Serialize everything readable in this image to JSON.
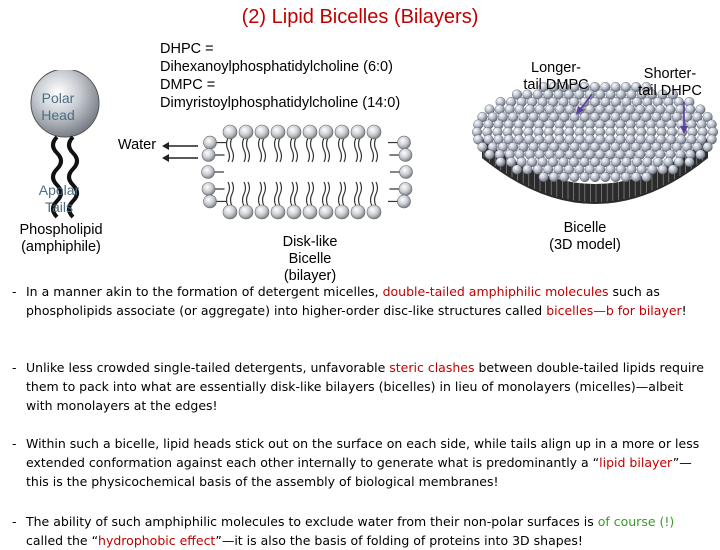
{
  "title": "(2) Lipid Bicelles (Bilayers)",
  "definitions": [
    "DHPC =",
    "Dihexanoylphosphatidylcholine (6:0)",
    "DMPC =",
    "Dimyristoylphosphatidylcholine (14:0)"
  ],
  "phospholipid": {
    "polar_head": [
      "Polar",
      "Head"
    ],
    "apolar_tails": [
      "Apolar",
      "Tails"
    ],
    "caption": [
      "Phospholipid",
      "(amphiphile)"
    ]
  },
  "water_label": "Water",
  "disk_caption": [
    "Disk-like",
    "Bicelle",
    "(bilayer)"
  ],
  "model": {
    "longer_tail": [
      "Longer-",
      "tail DMPC"
    ],
    "shorter_tail": [
      "Shorter-",
      "tail DHPC"
    ],
    "caption": [
      "Bicelle",
      "(3D model)"
    ]
  },
  "bullets": [
    {
      "parts": [
        {
          "t": "In a manner akin to the formation of detergent micelles, ",
          "c": ""
        },
        {
          "t": "double-tailed amphiphilic molecules",
          "c": "red"
        },
        {
          "t": " such as phospholipids associate (or aggregate) into higher-order disc-like structures called ",
          "c": ""
        },
        {
          "t": "bicelles—b for bilayer",
          "c": "red"
        },
        {
          "t": "!",
          "c": ""
        }
      ]
    },
    {
      "parts": [
        {
          "t": "Unlike less crowded single-tailed detergents, unfavorable ",
          "c": ""
        },
        {
          "t": "steric clashes",
          "c": "red"
        },
        {
          "t": " between double-tailed lipids require them to pack into what are essentially disk-like bilayers (bicelles) in lieu of monolayers (micelles)—albeit with monolayers at the edges!",
          "c": ""
        }
      ]
    },
    {
      "parts": [
        {
          "t": "Within such a bicelle, lipid heads stick out on the surface on each side, while tails align up in a more or less extended conformation against each other internally to generate what is predominantly a “",
          "c": ""
        },
        {
          "t": "lipid bilayer",
          "c": "red"
        },
        {
          "t": "”—this is the physicochemical basis of the assembly of biological membranes!",
          "c": ""
        }
      ]
    },
    {
      "parts": [
        {
          "t": "The ability of such amphiphilic molecules to exclude water from their non-polar surfaces is ",
          "c": ""
        },
        {
          "t": "of course (!)",
          "c": "green"
        },
        {
          "t": " called the “",
          "c": ""
        },
        {
          "t": "hydrophobic effect",
          "c": "red"
        },
        {
          "t": "”—it is also the basis of folding of proteins into 3D shapes!",
          "c": ""
        }
      ]
    }
  ]
}
